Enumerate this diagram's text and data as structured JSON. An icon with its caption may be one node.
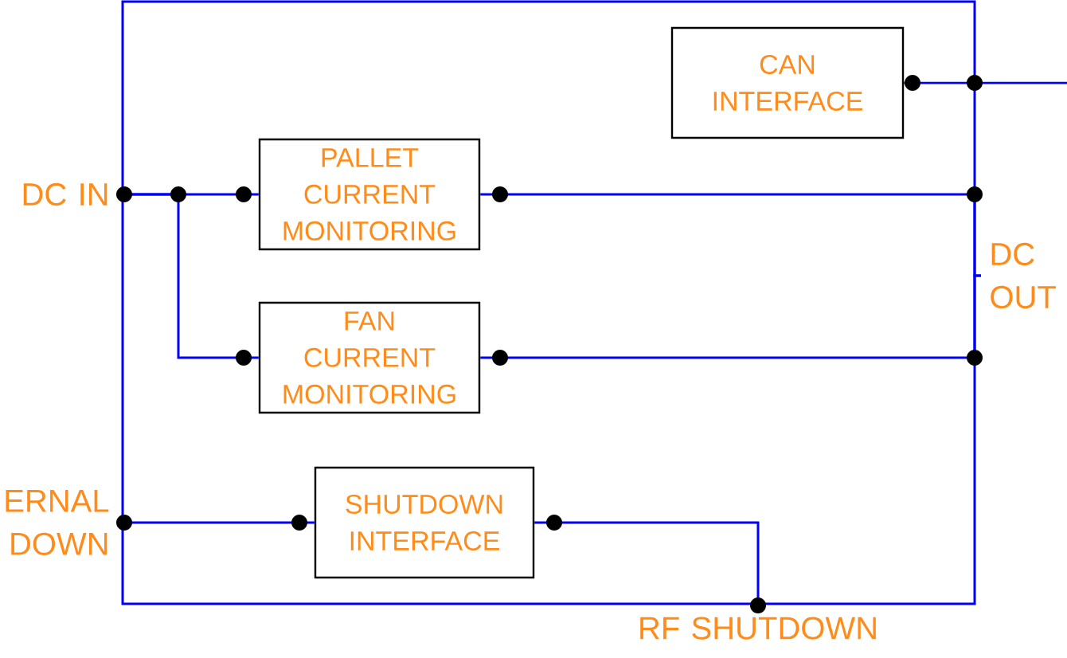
{
  "diagram": {
    "nodes": [
      {
        "text": [],
        "shape": "box"
      },
      {
        "text": [
          "CAN INTERFACE"
        ],
        "in": 0
      },
      {
        "text": [
          "DC IN"
        ]
      },
      {
        "text": [
          "PALLET CURRENT MONITORING"
        ],
        "in": 0
      },
      {
        "text": [
          "DC OUT"
        ]
      },
      {
        "text": [
          "FAN CURRENT MONITORING"
        ],
        "in": 0
      },
      {
        "text": [
          "ERNAL DOWN"
        ]
      },
      {
        "text": [
          "SHUTDOWN INTERFACE"
        ],
        "in": 0
      },
      {
        "text": [
          "RF SHUTDOWN"
        ]
      }
    ],
    "edges": [
      {
        "from": 2,
        "to": 3,
        "arrow": "none"
      },
      {
        "from": 2,
        "to": 5,
        "arrow": "none"
      },
      {
        "from": 3,
        "to": 4,
        "arrow": "none"
      },
      {
        "from": 5,
        "to": 4,
        "arrow": "none"
      },
      {
        "from": 1,
        "to": null,
        "arrow": "none"
      },
      {
        "from": 6,
        "to": 7,
        "arrow": "none"
      },
      {
        "from": 7,
        "to": 8,
        "arrow": "none"
      }
    ]
  }
}
